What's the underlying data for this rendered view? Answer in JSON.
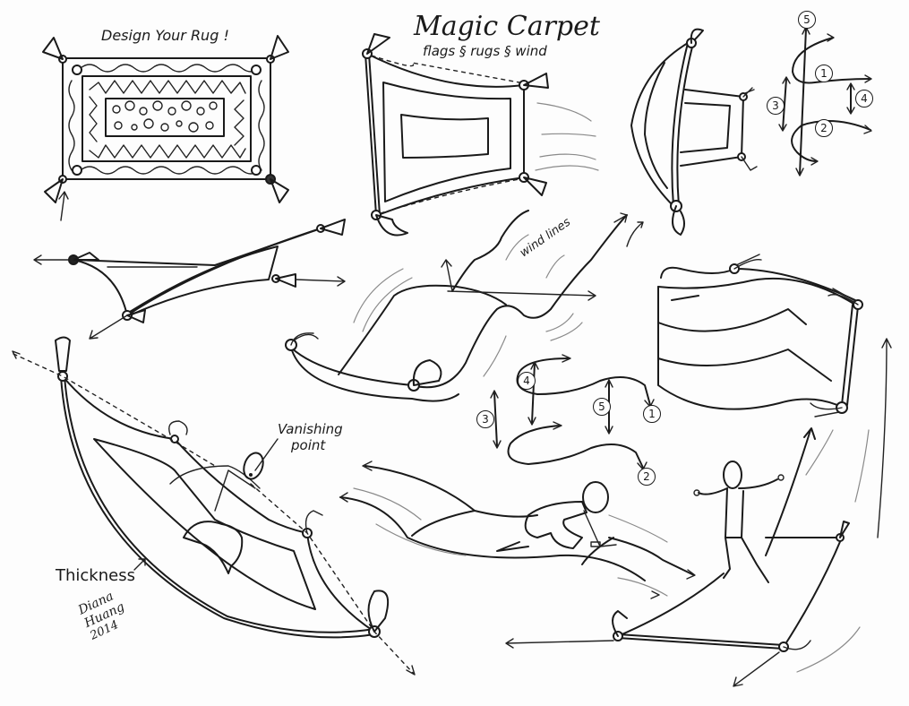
{
  "sheet": {
    "title": "Magic Carpet",
    "subtitle": "flags § rugs § wind",
    "background": "#fdfdfd",
    "ink_color": "#1a1a1a"
  },
  "labels": {
    "design_rug": "Design Your Rug !",
    "wind_lines": "wind lines",
    "vanishing_point": "Vanishing",
    "vanishing_point_2": "point",
    "thickness": "Thickness"
  },
  "signature": {
    "name_line1": "Diana",
    "name_line2": "Huang",
    "year": "2014"
  },
  "fold_diagram_top": {
    "markers": [
      "1",
      "2",
      "3",
      "4",
      "5"
    ]
  },
  "fold_diagram_middle": {
    "markers": [
      "1",
      "2",
      "3",
      "4",
      "5"
    ]
  }
}
